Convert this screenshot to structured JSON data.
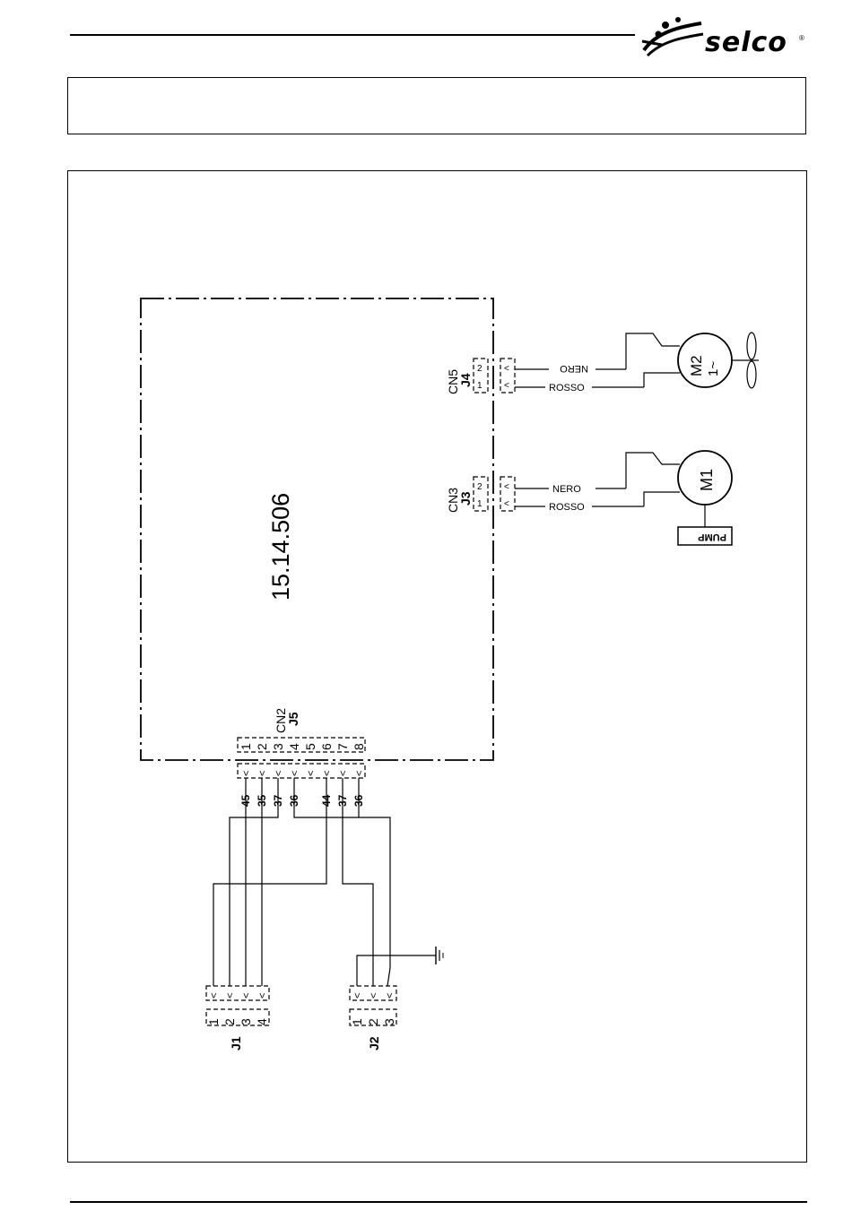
{
  "brand": {
    "name": "selco",
    "registered": "®"
  },
  "board": {
    "code": "15.14.506"
  },
  "connectors": {
    "cn5": {
      "name": "CN5",
      "ref": "J4"
    },
    "cn3": {
      "name": "CN3",
      "ref": "J3"
    },
    "cn2": {
      "name": "CN2",
      "ref": "J5",
      "pins": [
        "1",
        "2",
        "3",
        "4",
        "5",
        "6",
        "7",
        "8"
      ]
    }
  },
  "wires": {
    "nero": "NERO",
    "rosso": "ROSSO"
  },
  "wire_numbers": [
    "45",
    "35",
    "37",
    "36",
    "44",
    "37",
    "36"
  ],
  "motors": {
    "m2": {
      "label": "M2",
      "phase": "1~"
    },
    "m1": {
      "label": "M1",
      "tag": "PUMP"
    }
  },
  "j1": {
    "name": "J1",
    "pins": [
      "1",
      "2",
      "3",
      "4"
    ]
  },
  "j2": {
    "name": "J2",
    "pins": [
      "1",
      "2",
      "3"
    ]
  }
}
